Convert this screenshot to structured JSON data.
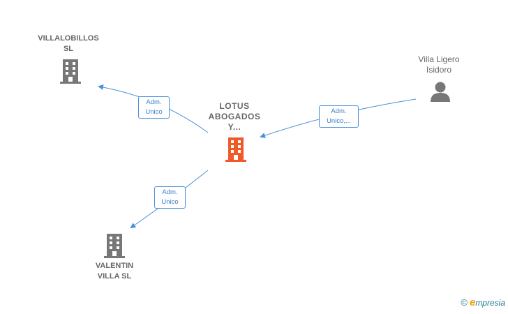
{
  "nodes": {
    "villalobillos": {
      "label": "VILLALOBILLOS\nSL"
    },
    "lotus": {
      "label": "LOTUS\nABOGADOS\nY..."
    },
    "villa_ligero": {
      "label": "Villa Ligero\nIsidoro"
    },
    "valentin": {
      "label": "VALENTIN\nVILLA  SL"
    }
  },
  "edges": {
    "e1": {
      "label": "Adm.\nUnico"
    },
    "e2": {
      "label": "Adm.\nUnico,..."
    },
    "e3": {
      "label": "Adm.\nUnico"
    }
  },
  "colors": {
    "edge": "#4a90d9",
    "node_company": "#777777",
    "node_focus": "#f05a28",
    "node_person": "#777777"
  },
  "brand": {
    "copyright": "©",
    "e": "e",
    "rest": "mpresia"
  }
}
